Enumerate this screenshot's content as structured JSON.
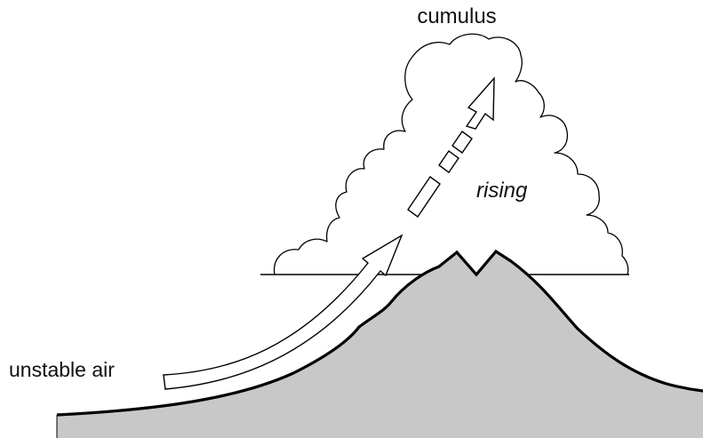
{
  "labels": {
    "cloud": "cumulus",
    "motion": "rising",
    "air": "unstable air"
  },
  "colors": {
    "ground_fill": "#c8c8c8",
    "outline": "#000000",
    "background": "#ffffff"
  }
}
